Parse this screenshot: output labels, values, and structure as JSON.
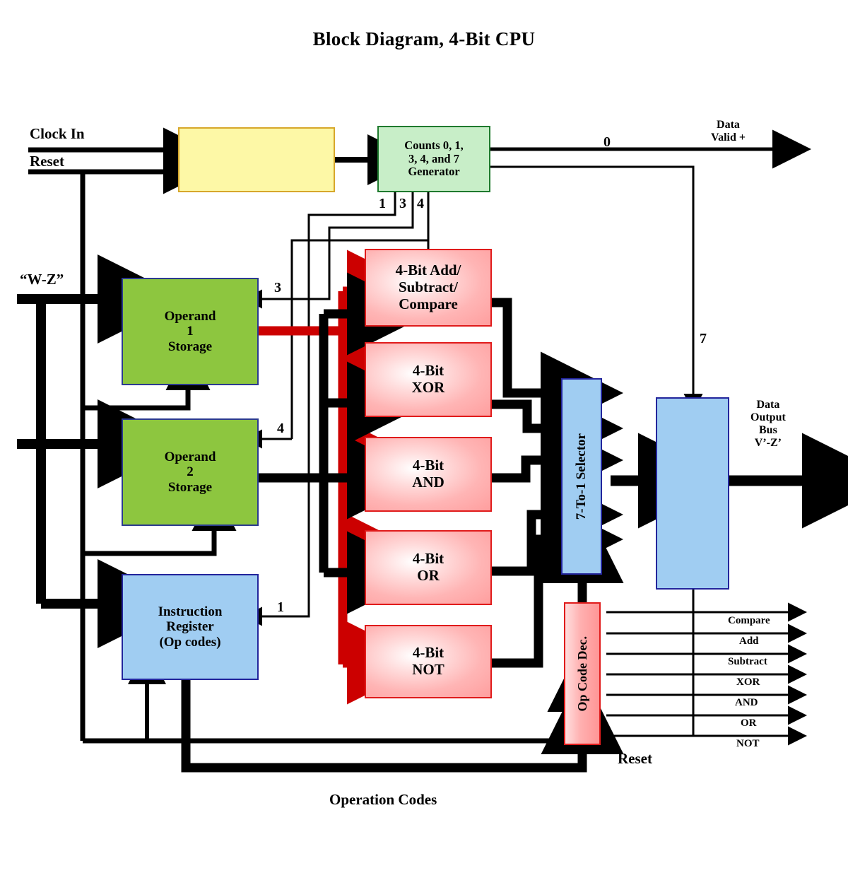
{
  "page": {
    "title": "Block Diagram, 4-Bit CPU"
  },
  "colors": {
    "green_block": "#8dc63f",
    "mint_block": "#c8eec8",
    "blue_block": "#a0cdf2",
    "yellow_block": "#fdf8a6",
    "alu_red_border": "#e01b1b",
    "red_bus": "#cc0000",
    "black_bus": "#000000"
  },
  "inputs": {
    "clock_in": "Clock In",
    "reset": "Reset",
    "data_bus_in": "“W-Z”"
  },
  "outputs": {
    "data_valid": "Data\nValid +",
    "data_output_bus": "Data\nOutput\nBus\nV’-Z’"
  },
  "blocks": {
    "clock_gen": "",
    "counter": "Counts 0, 1,\n3, 4, and 7\nGenerator",
    "operand1": "Operand\n1\nStorage",
    "operand2": "Operand\n2\nStorage",
    "instruction_register": "Instruction\nRegister\n(Op codes)",
    "alu_addsub": "4-Bit Add/\nSubtract/\nCompare",
    "alu_xor": "4-Bit\nXOR",
    "alu_and": "4-Bit\nAND",
    "alu_or": "4-Bit\nOR",
    "alu_not": "4-Bit\nNOT",
    "selector": "7-To-1 Selector",
    "op_code_decoder": "Op Code Dec.",
    "output_register": ""
  },
  "count_labels": {
    "c0": "0",
    "c1_group": "1",
    "c3_group": "3",
    "c4_group": "4",
    "to_operand1": "3",
    "to_operand2": "4",
    "to_instruction_register": "1",
    "to_output_register": "7"
  },
  "decoder_outputs": [
    "Compare",
    "Add",
    "Subtract",
    "XOR",
    "AND",
    "OR",
    "NOT"
  ],
  "bus_labels": {
    "operation_codes": "Operation Codes",
    "reset_to_decoder": "Reset"
  }
}
